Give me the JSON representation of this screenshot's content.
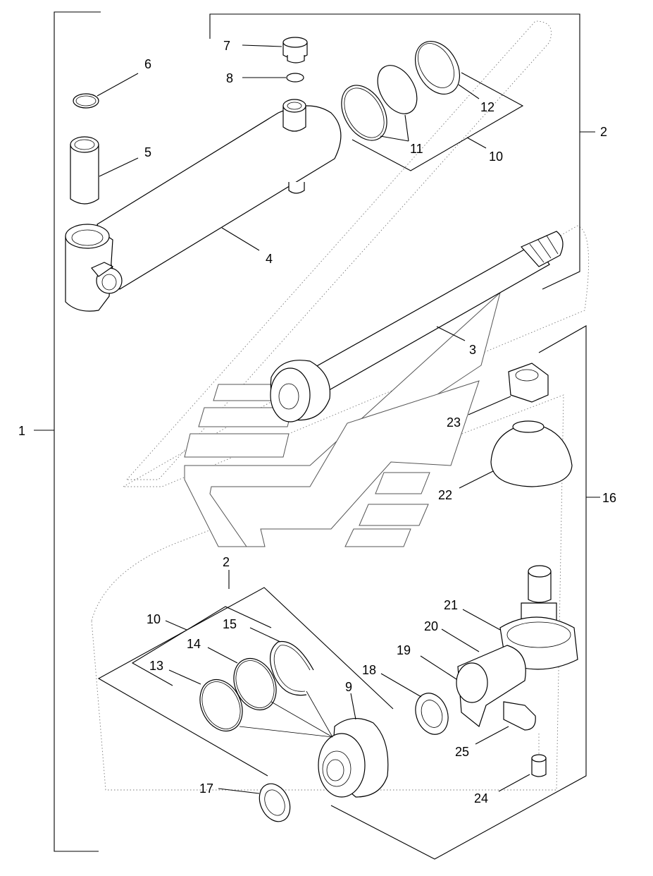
{
  "callouts": {
    "c1": "1",
    "c2_top": "2",
    "c2_bottom": "2",
    "c3": "3",
    "c4": "4",
    "c5": "5",
    "c6": "6",
    "c7": "7",
    "c8": "8",
    "c9": "9",
    "c10_top": "10",
    "c10_bottom": "10",
    "c11": "11",
    "c12": "12",
    "c13": "13",
    "c14": "14",
    "c15": "15",
    "c16": "16",
    "c17": "17",
    "c18": "18",
    "c19": "19",
    "c20": "20",
    "c21": "21",
    "c22": "22",
    "c23": "23",
    "c24": "24",
    "c25": "25"
  },
  "line_color": "#000000",
  "background": "#ffffff",
  "watermark_color": "#555555"
}
